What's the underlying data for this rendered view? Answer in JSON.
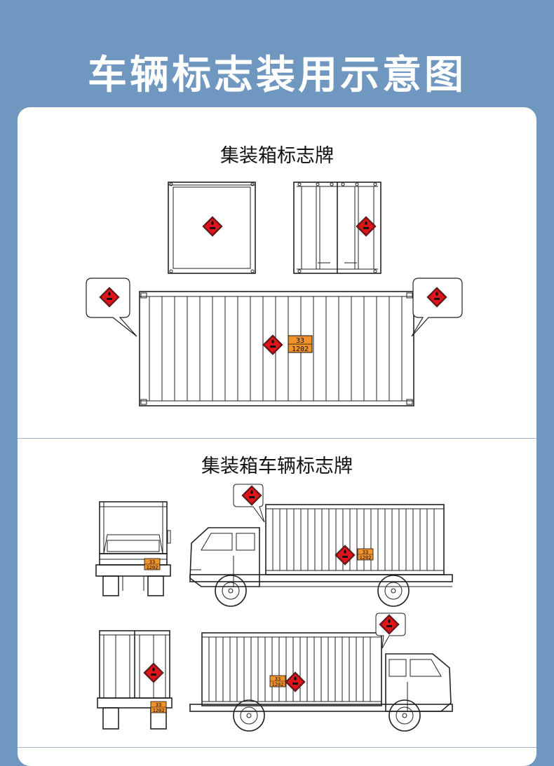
{
  "header": {
    "title": "车辆标志装用示意图"
  },
  "sections": [
    {
      "title": "集装箱标志牌"
    },
    {
      "title": "集装箱车辆标志牌"
    }
  ],
  "placard": {
    "hazard_class_color": "#e0141b",
    "un_plate_color": "#f0932b",
    "hazard_id": "33",
    "un_number": "1202"
  },
  "colors": {
    "background": "#6f97c0",
    "card": "#ffffff",
    "line": "#222222"
  }
}
